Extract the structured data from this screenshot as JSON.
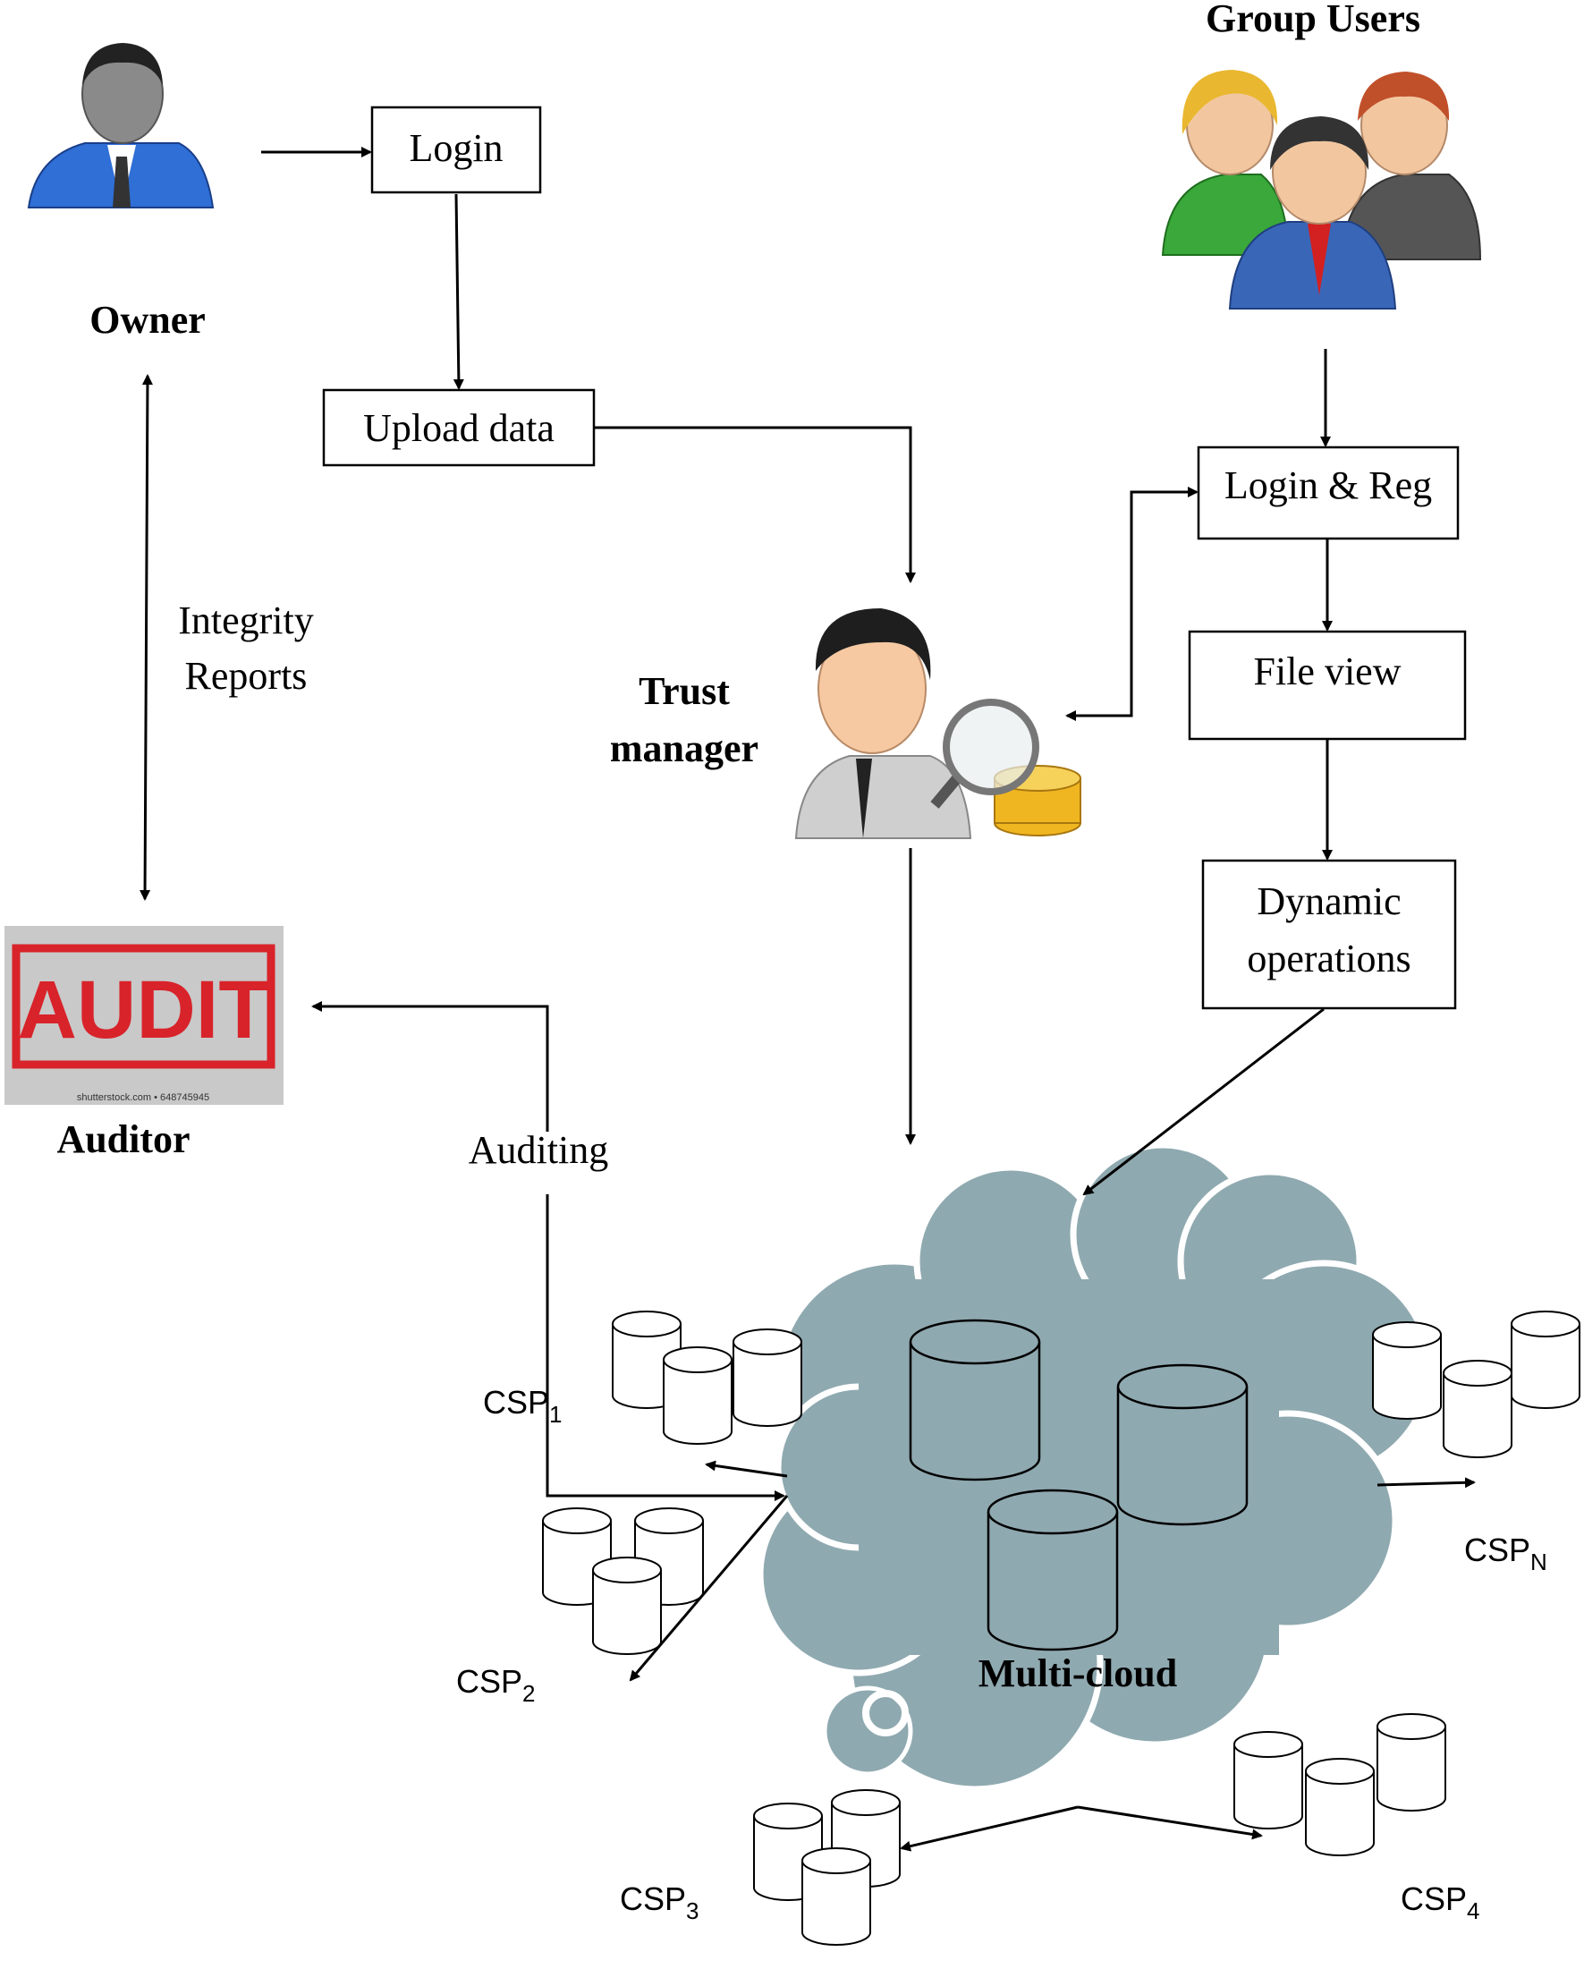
{
  "nodes": {
    "login": "Login",
    "upload": "Upload data",
    "login_reg": "Login & Reg",
    "file_view": "File view",
    "dynamic_1": "Dynamic",
    "dynamic_2": "operations"
  },
  "actors": {
    "owner": "Owner",
    "group_users": "Group Users",
    "trust_1": "Trust",
    "trust_2": "manager",
    "auditor": "Auditor",
    "audit_stamp": "AUDIT",
    "audit_watermark": "shutterstock.com • 648745945"
  },
  "edges": {
    "integrity_1": "Integrity",
    "integrity_2": "Reports",
    "auditing": "Auditing"
  },
  "cloud": {
    "label": "Multi-cloud"
  },
  "csps": [
    {
      "base": "CSP",
      "sub": "1"
    },
    {
      "base": "CSP",
      "sub": "2"
    },
    {
      "base": "CSP",
      "sub": "3"
    },
    {
      "base": "CSP",
      "sub": "4"
    },
    {
      "base": "CSP",
      "sub": "N"
    }
  ],
  "colors": {
    "cloud_fill": "#8fa9b0",
    "owner_shirt": "#2f6fd6",
    "audit_red": "#d8232a",
    "coin_gold": "#f0b621"
  }
}
